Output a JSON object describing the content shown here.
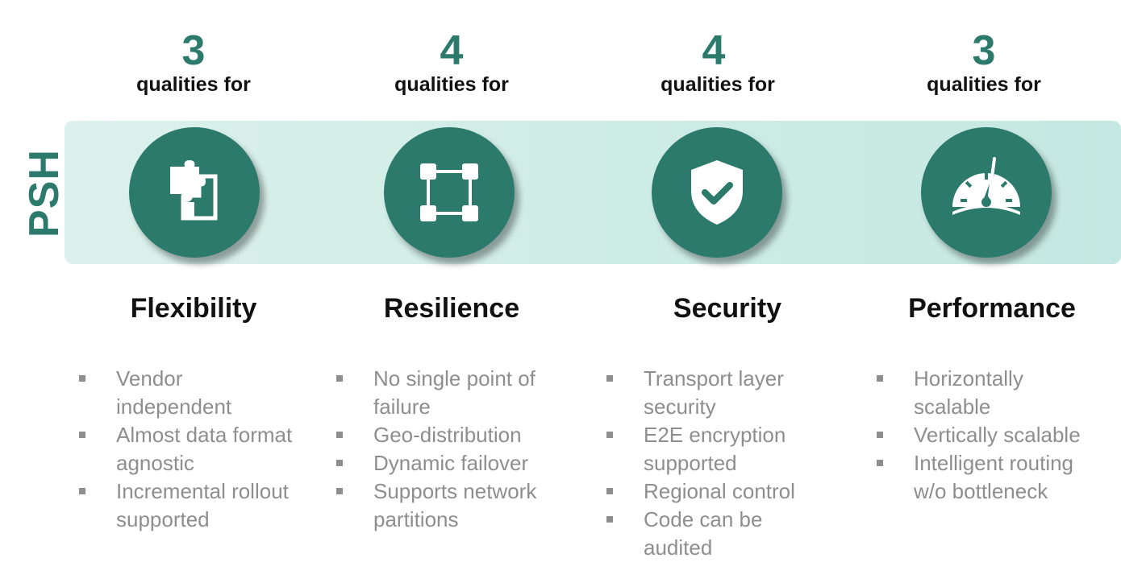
{
  "brand": "PSH",
  "pillars": [
    {
      "count": "3",
      "qualifier": "qualities for",
      "title": "Flexibility",
      "icon": "puzzle-icon",
      "bullets": [
        "Vendor independent",
        "Almost data format agnostic",
        "Incremental rollout supported"
      ]
    },
    {
      "count": "4",
      "qualifier": "qualities for",
      "title": "Resilience",
      "icon": "network-square-icon",
      "bullets": [
        "No single point of failure",
        "Geo-distribution",
        "Dynamic failover",
        "Supports network partitions"
      ]
    },
    {
      "count": "4",
      "qualifier": "qualities for",
      "title": "Security",
      "icon": "shield-check-icon",
      "bullets": [
        "Transport layer security",
        "E2E encryption supported",
        "Regional control",
        "Code can be audited"
      ]
    },
    {
      "count": "3",
      "qualifier": "qualities for",
      "title": "Performance",
      "icon": "speedometer-icon",
      "bullets": [
        "Horizontally scalable",
        "Vertically scalable",
        "Intelligent routing w/o bottleneck"
      ]
    }
  ],
  "colors": {
    "accent": "#2c7a6c",
    "band": "#cfece6",
    "bullet_text": "#8e8e8e"
  }
}
